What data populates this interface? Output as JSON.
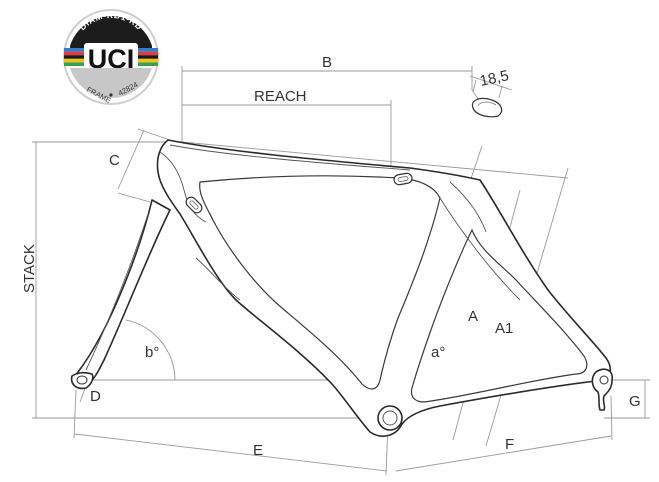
{
  "badge": {
    "top_text": "DIAM-RB1-RD",
    "logo_text": "UCI",
    "bottom_left": "FRAME",
    "bottom_right": "42824",
    "stripe_colors": [
      "#2f7fd0",
      "#e23b3b",
      "#1a1a1a",
      "#f2c21a",
      "#3aa14a"
    ]
  },
  "labels": {
    "B": "B",
    "reach": "REACH",
    "seat_width": "18,5",
    "C": "C",
    "stack": "STACK",
    "b_angle": "b°",
    "a_angle": "a°",
    "A": "A",
    "A1": "A1",
    "D": "D",
    "E": "E",
    "F": "F",
    "G": "G"
  }
}
